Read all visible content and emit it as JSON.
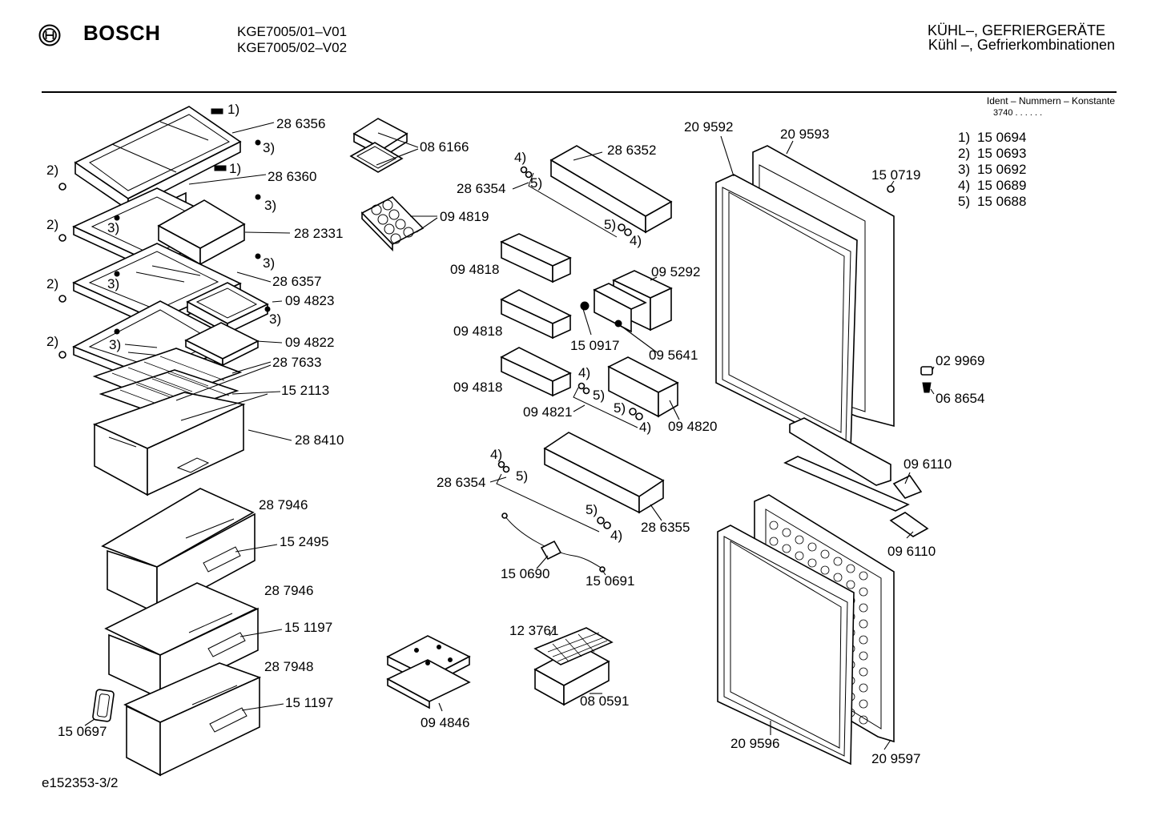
{
  "header": {
    "brand": "BOSCH",
    "models": [
      "KGE7005/01–V01",
      "KGE7005/02–V02"
    ],
    "title_line1": "KÜHL–, GEFRIERGERÄTE",
    "title_line2": "Kühl –, Gefrierkombinationen",
    "ident_label": "Ident – Nummern – Konstante",
    "ident_code": "3740  .  .  .  .  .  ."
  },
  "legend": [
    {
      "key": "1)",
      "part": "15 0694"
    },
    {
      "key": "2)",
      "part": "15 0693"
    },
    {
      "key": "3)",
      "part": "15 0692"
    },
    {
      "key": "4)",
      "part": "15 0689"
    },
    {
      "key": "5)",
      "part": "15 0688"
    }
  ],
  "callouts": {
    "p286356": "28 6356",
    "p286360": "28 6360",
    "p282331": "28 2331",
    "p286357": "28 6357",
    "p094823": "09 4823",
    "p094822": "09 4822",
    "p287633": "28 7633",
    "p152113": "15 2113",
    "p288410": "28 8410",
    "p287946a": "28 7946",
    "p152495": "15 2495",
    "p287946b": "28 7946",
    "p151197a": "15 1197",
    "p287948": "28 7948",
    "p151197b": "15 1197",
    "p150697": "15 0697",
    "p086166": "08 6166",
    "p094819": "09 4819",
    "p286352": "28 6352",
    "p286354a": "28 6354",
    "p094818a": "09 4818",
    "p094818b": "09 4818",
    "p094818c": "09 4818",
    "p095292": "09 5292",
    "p150917": "15 0917",
    "p095641": "09 5641",
    "p094821": "09 4821",
    "p094820": "09 4820",
    "p286354b": "28 6354",
    "p286355": "28 6355",
    "p150690": "15 0690",
    "p150691": "15 0691",
    "p123761": "12 3761",
    "p080591": "08 0591",
    "p094846": "09 4846",
    "p209592": "20 9592",
    "p209593": "20 9593",
    "p150719": "15 0719",
    "p029969": "02 9969",
    "p068654": "06 8654",
    "p096110a": "09 6110",
    "p096110b": "09 6110",
    "p209596": "20 9596",
    "p209597": "20 9597"
  },
  "marks": {
    "m1": "1)",
    "m2": "2)",
    "m3": "3)",
    "m4": "4)",
    "m5": "5)"
  },
  "footer": {
    "drawing_id": "e152353-3/2"
  }
}
